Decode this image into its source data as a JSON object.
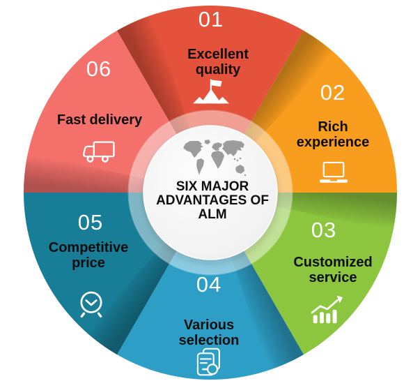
{
  "center": {
    "title_lines": [
      "SIX MAJOR",
      "ADVANTAGES OF",
      "ALM"
    ]
  },
  "colors": {
    "map": "#9c9c9c",
    "number_text": "#ffffff",
    "label_text": "#0d0d0d",
    "center_bg": "#f2f2f2"
  },
  "segments": [
    {
      "number": "01",
      "label_lines": [
        "Excellent",
        "quality"
      ],
      "icon": "flag-mountain-icon",
      "color": "#e5523b"
    },
    {
      "number": "02",
      "label_lines": [
        "Rich",
        "experience"
      ],
      "icon": "laptop-icon",
      "color": "#f99d1e"
    },
    {
      "number": "03",
      "label_lines": [
        "Customized",
        "service"
      ],
      "icon": "growth-chart-icon",
      "color": "#8cc63f"
    },
    {
      "number": "04",
      "label_lines": [
        "Various",
        "selection"
      ],
      "icon": "document-search-icon",
      "color": "#2d9fc6"
    },
    {
      "number": "05",
      "label_lines": [
        "Competitive",
        "price"
      ],
      "icon": "alarm-clock-icon",
      "color": "#187d97"
    },
    {
      "number": "06",
      "label_lines": [
        "Fast delivery"
      ],
      "icon": "delivery-truck-icon",
      "color": "#f3706b"
    }
  ]
}
